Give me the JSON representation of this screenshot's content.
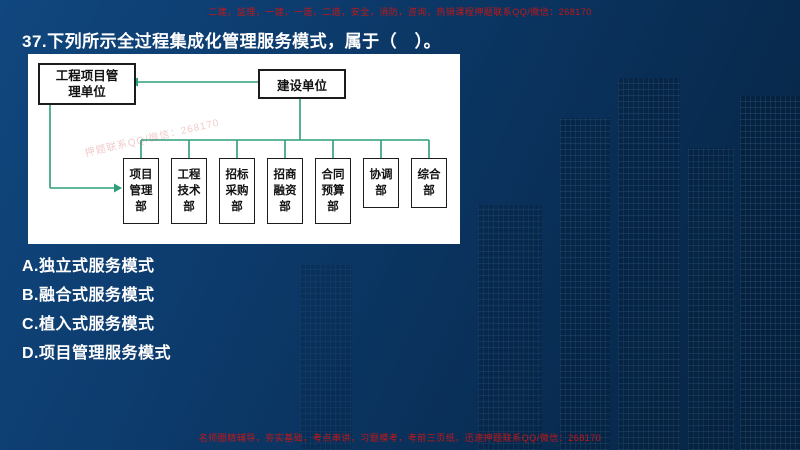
{
  "ads": {
    "top": "二建，监理，一建，一造，二造，安全，消防，咨询，热销课程押题联系QQ/微信：268170",
    "bottom": "名师圈精辅导，夯实基础，考点串讲，习题模考，考前三页纸，迅速押题联系QQ/微信：268170"
  },
  "question": {
    "text": "37.下列所示全过程集成化管理服务模式，属于（　）。"
  },
  "diagram": {
    "manager_box": "工程项目管\n理单位",
    "owner_box": "建设单位",
    "departments": [
      "项目\n管理\n部",
      "工程\n技术\n部",
      "招标\n采购\n部",
      "招商\n融资\n部",
      "合同\n预算\n部",
      "协调\n部",
      "综合\n部"
    ],
    "watermark": "押题联系QQ/微信：268170"
  },
  "options": [
    "A.独立式服务模式",
    "B.融合式服务模式",
    "C.植入式服务模式",
    "D.项目管理服务模式"
  ],
  "colors": {
    "connector": "#2e9d78",
    "ad_red": "#c51616",
    "panel_bg": "#ffffff",
    "slide_bg": "#0d3c6e"
  }
}
